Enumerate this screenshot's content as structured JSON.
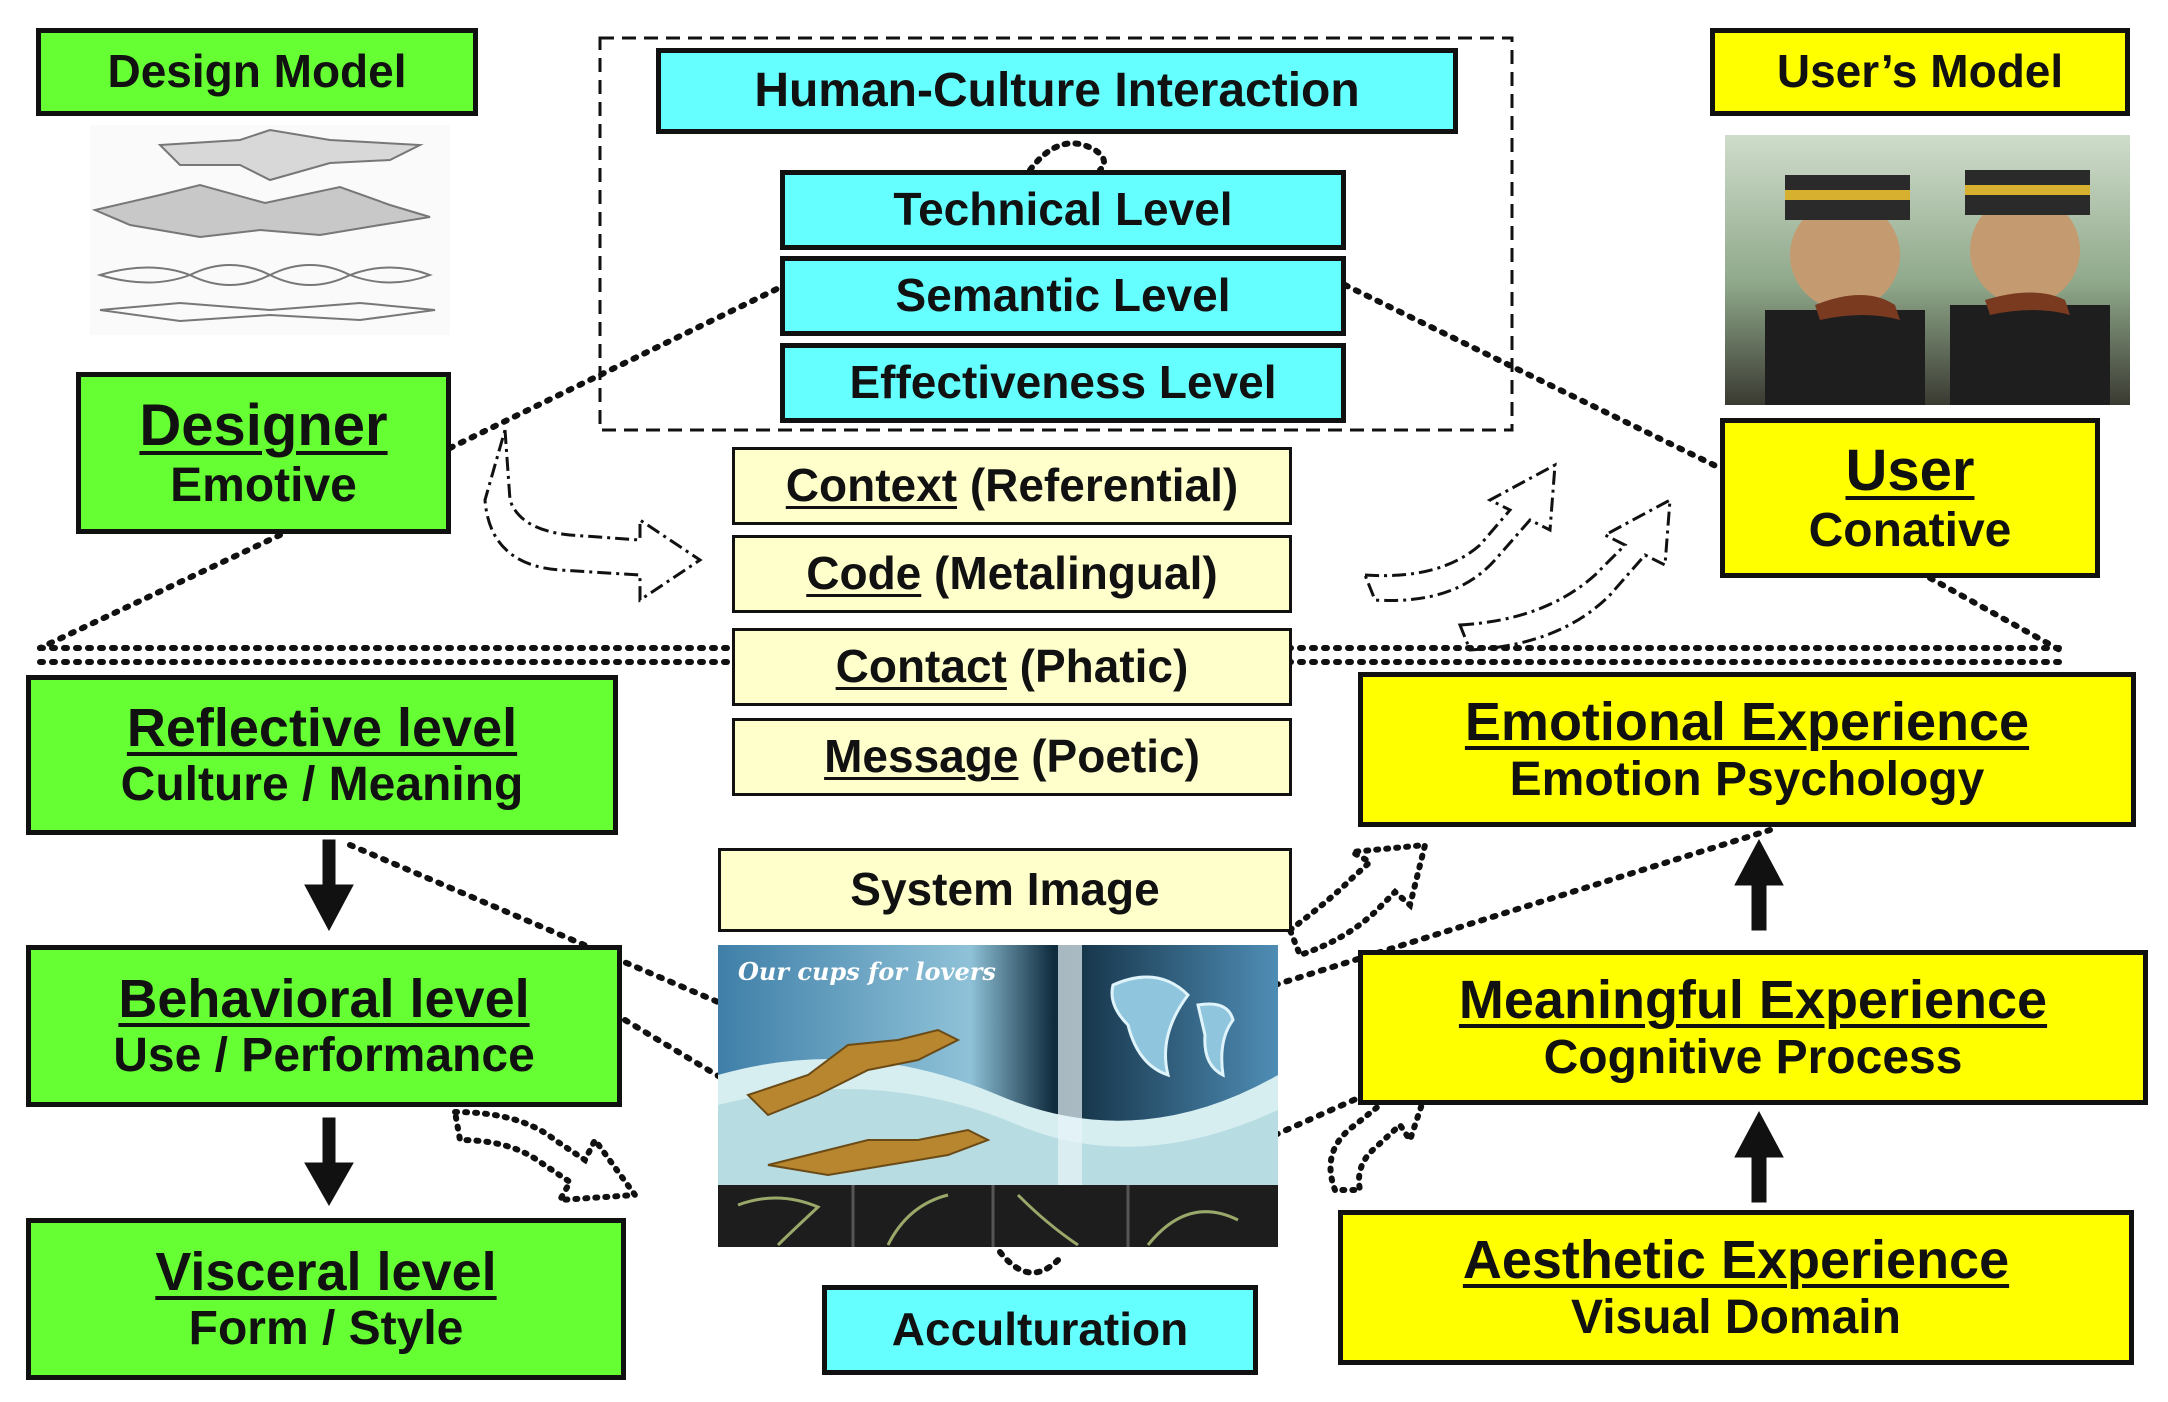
{
  "hci": {
    "title": "Human-Culture Interaction",
    "levels": [
      "Technical Level",
      "Semantic Level",
      "Effectiveness Level"
    ]
  },
  "design_model": {
    "label": "Design Model"
  },
  "users_model": {
    "label": "User’s Model"
  },
  "designer": {
    "title": "Designer",
    "sub": "Emotive"
  },
  "user": {
    "title": "User",
    "sub": "Conative"
  },
  "functions": [
    {
      "key": "Context",
      "val": "(Referential)"
    },
    {
      "key": "Code",
      "val": "(Metalingual)"
    },
    {
      "key": "Contact",
      "val": "(Phatic)"
    },
    {
      "key": "Message",
      "val": "(Poetic)"
    }
  ],
  "system_image": {
    "label": "System Image",
    "photo_caption": "Our cups for lovers"
  },
  "acculturation": {
    "label": "Acculturation"
  },
  "left_levels": [
    {
      "title": "Reflective level",
      "sub": "Culture / Meaning"
    },
    {
      "title": "Behavioral level",
      "sub": "Use / Performance"
    },
    {
      "title": "Visceral level",
      "sub": "Form / Style"
    }
  ],
  "right_levels": [
    {
      "title": "Emotional Experience",
      "sub": "Emotion Psychology"
    },
    {
      "title": "Meaningful Experience",
      "sub": "Cognitive Process"
    },
    {
      "title": "Aesthetic Experience",
      "sub": "Visual Domain"
    }
  ],
  "colors": {
    "green": "#66ff33",
    "yellow": "#ffff00",
    "cyan": "#66ffff",
    "cream": "#ffffcc"
  }
}
